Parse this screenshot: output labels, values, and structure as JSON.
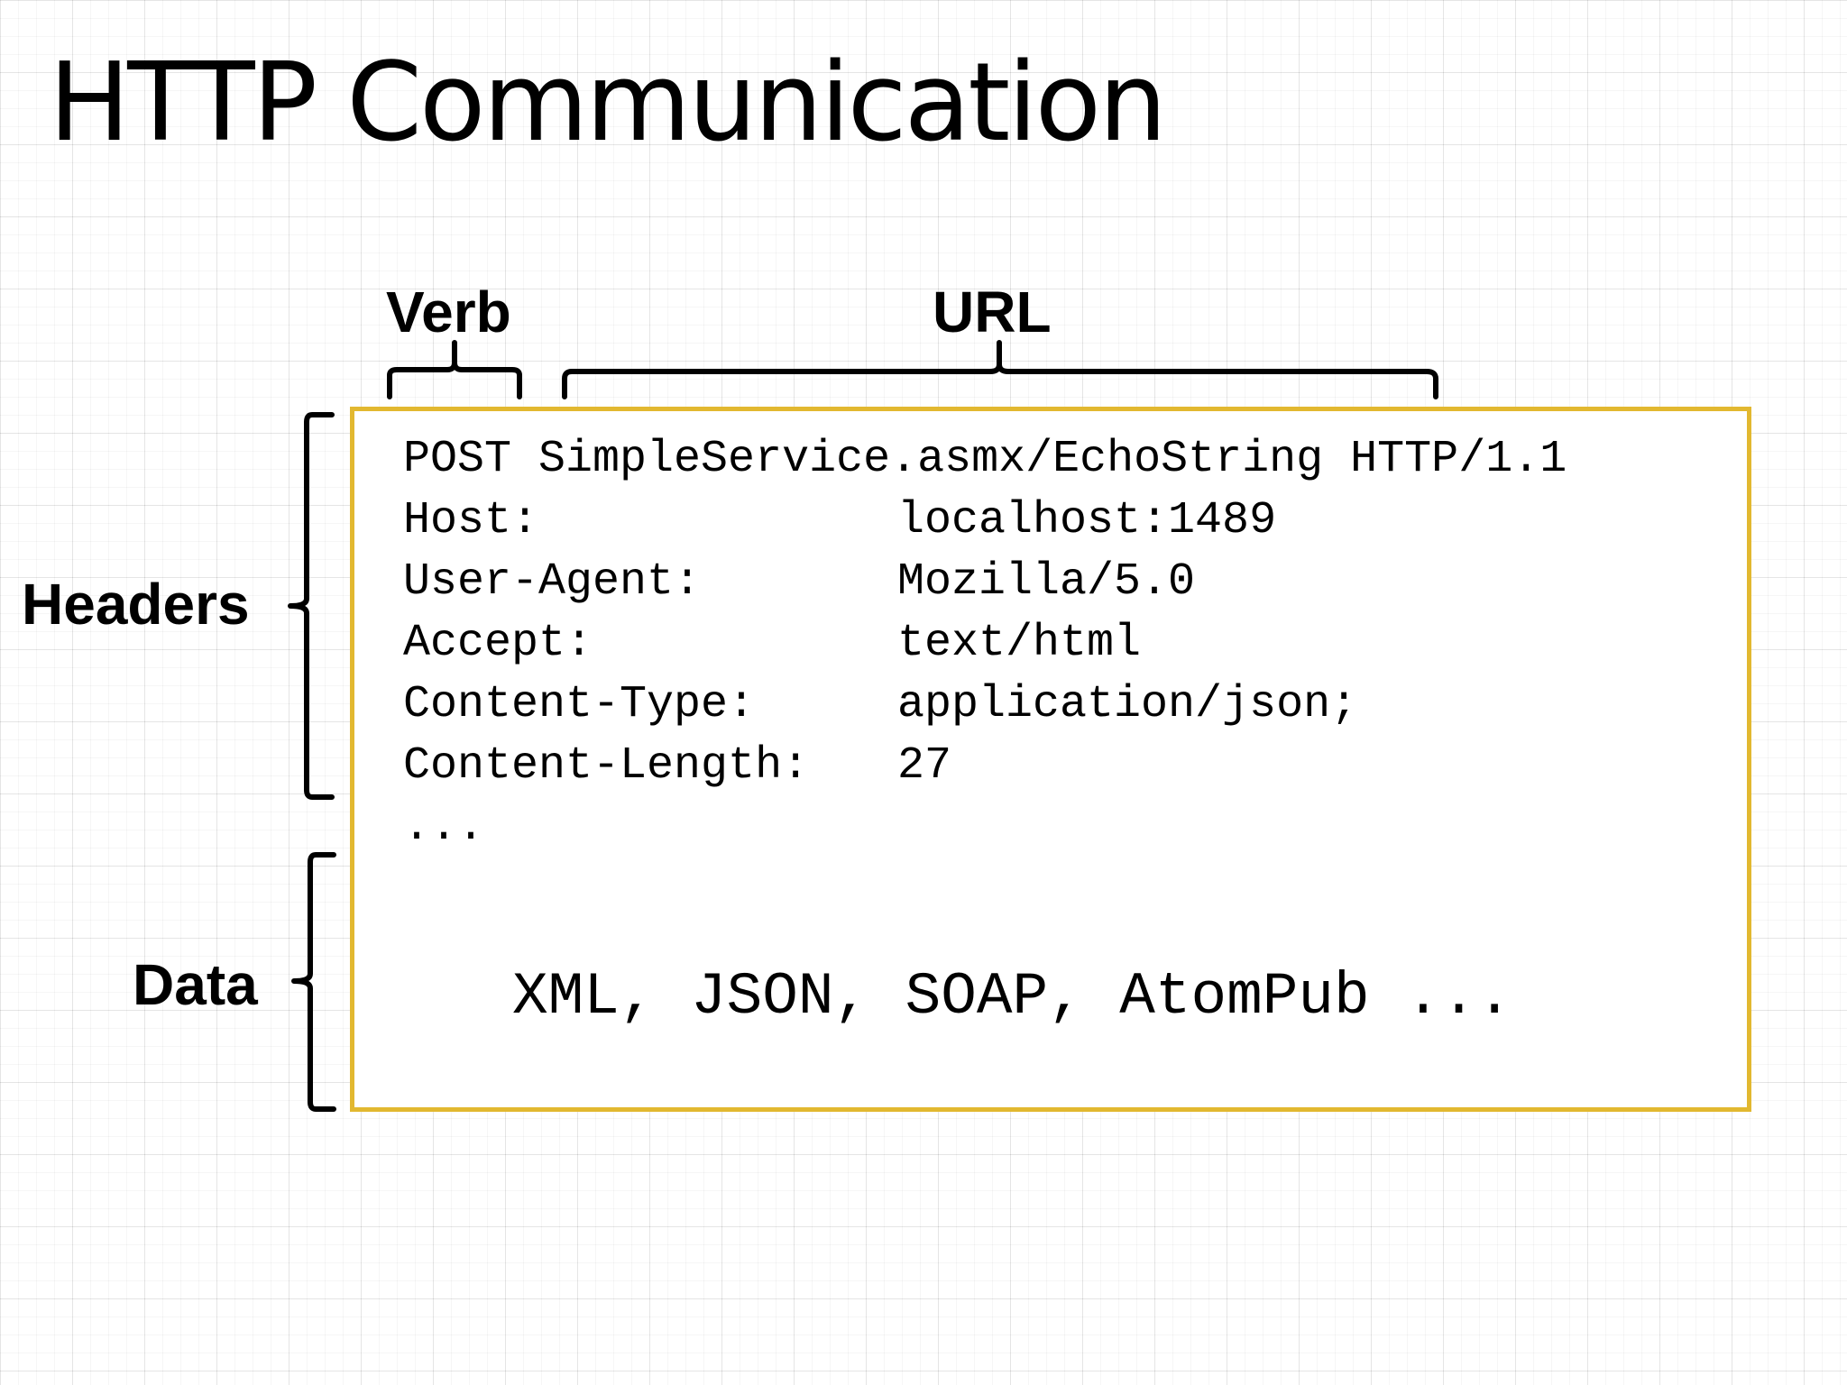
{
  "slide": {
    "title": "HTTP Communication"
  },
  "annotations": {
    "verb": "Verb",
    "url": "URL",
    "headers": "Headers",
    "data": "Data"
  },
  "request": {
    "request_line": "POST SimpleService.asmx/EchoString HTTP/1.1",
    "headers": [
      {
        "name": "Host:",
        "value": "localhost:1489"
      },
      {
        "name": "User-Agent:",
        "value": "Mozilla/5.0"
      },
      {
        "name": "Accept:",
        "value": "text/html"
      },
      {
        "name": "Content-Type:",
        "value": "application/json;"
      },
      {
        "name": "Content-Length:",
        "value": "27"
      }
    ],
    "ellipsis": "...",
    "data_formats": "XML, JSON, SOAP, AtomPub ..."
  },
  "colors": {
    "box_border": "#e2b830",
    "text": "#000000",
    "background": "#ffffff"
  }
}
